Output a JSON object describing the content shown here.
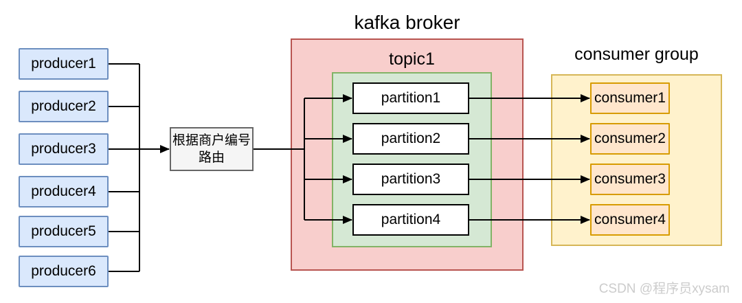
{
  "producers": [
    "producer1",
    "producer2",
    "producer3",
    "producer4",
    "producer5",
    "producer6"
  ],
  "router": {
    "line1": "根据商户编号",
    "line2": "路由"
  },
  "broker": {
    "title": "kafka broker",
    "topic": {
      "title": "topic1",
      "partitions": [
        "partition1",
        "partition2",
        "partition3",
        "partition4"
      ]
    }
  },
  "consumer_group": {
    "title": "consumer group",
    "consumers": [
      "consumer1",
      "consumer2",
      "consumer3",
      "consumer4"
    ]
  },
  "watermark": "CSDN @程序员xysam",
  "colors": {
    "producer_fill": "#dae8fc",
    "producer_border": "#6c8ebf",
    "broker_fill": "#f8cecc",
    "broker_border": "#b85450",
    "topic_fill": "#d5e8d4",
    "topic_border": "#82b366",
    "partition_fill": "#ffffff",
    "partition_border": "#000000",
    "group_fill": "#fff2cc",
    "group_border": "#d6b656",
    "consumer_fill": "#ffe6cc",
    "consumer_border": "#d79b00",
    "router_fill": "#f5f5f5",
    "router_border": "#666666",
    "connector": "#000000",
    "watermark_text": "#cccccc"
  }
}
